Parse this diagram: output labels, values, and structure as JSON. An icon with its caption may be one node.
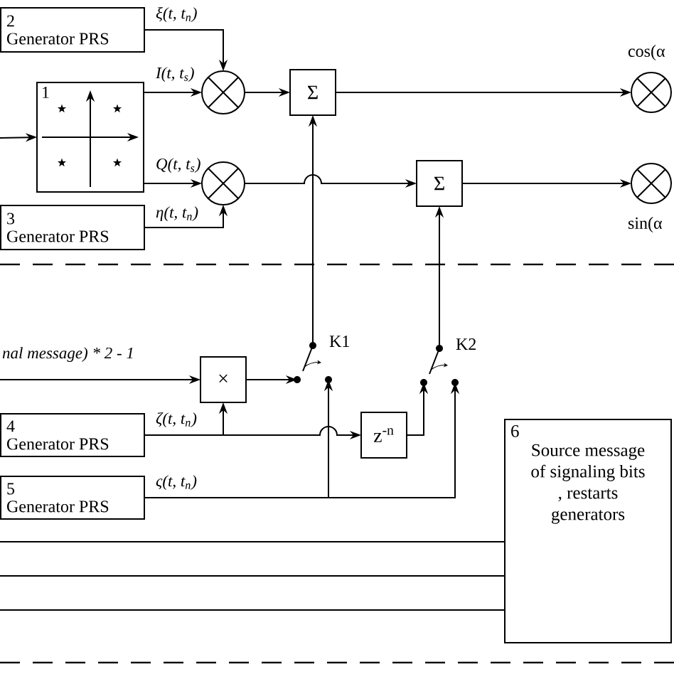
{
  "diagram": {
    "nodes": [
      {
        "text": [
          "2",
          "Generator PRS"
        ]
      },
      {
        "text": [
          "1"
        ]
      },
      {
        "text": [
          "3",
          "Generator PRS"
        ]
      },
      {
        "text": [],
        "shape": "circle"
      },
      {
        "text": [],
        "shape": "circle"
      },
      {
        "text": [
          "Σ"
        ]
      },
      {
        "text": [
          "Σ"
        ]
      },
      {
        "text": [],
        "shape": "circle",
        "beside": [
          "cos(α"
        ]
      },
      {
        "text": [],
        "shape": "circle",
        "beside": [
          "sin(α"
        ]
      },
      {
        "text": [
          "×"
        ]
      },
      {
        "text": [],
        "shape": "switch",
        "beside": [
          "K1"
        ]
      },
      {
        "text": [
          "4",
          "Generator PRS"
        ]
      },
      {
        "text": [
          "5",
          "Generator PRS"
        ]
      },
      {
        "text": [
          "z$^{-n}$"
        ]
      },
      {
        "text": [],
        "shape": "switch",
        "beside": [
          "K2"
        ]
      },
      {
        "text": [
          "6",
          "Source message of signaling bits , restarts generators"
        ]
      }
    ],
    "edges": [
      {
        "from": 0,
        "to": 3,
        "arrow": "to",
        "label": "ξ(t, t$_{n}$)"
      },
      {
        "from": null,
        "to": 1,
        "arrow": "to"
      },
      {
        "from": 1,
        "to": 3,
        "arrow": "to",
        "label": "I(t, t$_{s}$)"
      },
      {
        "from": 1,
        "to": 4,
        "arrow": "to",
        "label": "Q(t, t$_{s}$)"
      },
      {
        "from": 2,
        "to": 4,
        "arrow": "to",
        "label": "η(t, t$_{n}$)"
      },
      {
        "from": 3,
        "to": 5,
        "arrow": "to"
      },
      {
        "from": 4,
        "to": 6,
        "arrow": "to"
      },
      {
        "from": 5,
        "to": 7,
        "arrow": "to"
      },
      {
        "from": 6,
        "to": 8,
        "arrow": "to"
      },
      {
        "from": null,
        "to": 9,
        "arrow": "to",
        "label": "nal message) * 2 - 1"
      },
      {
        "from": 9,
        "to": 10,
        "arrow": "to"
      },
      {
        "from": 11,
        "to": 9,
        "arrow": "to",
        "label": "ζ(t, t$_{n}$)"
      },
      {
        "from": 11,
        "to": 13,
        "arrow": "to"
      },
      {
        "from": 12,
        "to": 10,
        "arrow": "to",
        "label": "ς(t, t$_{n}$)"
      },
      {
        "from": 12,
        "to": 14,
        "arrow": "to"
      },
      {
        "from": 13,
        "to": 14,
        "arrow": "to"
      },
      {
        "from": 10,
        "to": 5,
        "arrow": "to"
      },
      {
        "from": 14,
        "to": 6,
        "arrow": "to"
      },
      {
        "from": null,
        "to": 15,
        "arrow": "none"
      },
      {
        "from": null,
        "to": 15,
        "arrow": "none"
      },
      {
        "from": null,
        "to": 15,
        "arrow": "none"
      }
    ]
  }
}
